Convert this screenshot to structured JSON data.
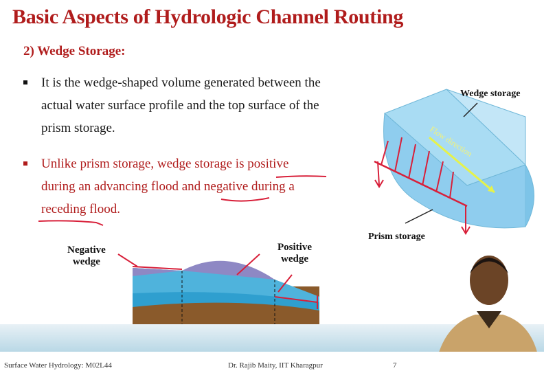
{
  "slide": {
    "title": "Basic Aspects of Hydrologic Channel Routing",
    "subtitle": "2) Wedge Storage:",
    "bullet1": "It is the wedge-shaped volume generated between the actual water surface profile and the top surface of the prism storage.",
    "bullet2": "Unlike prism storage, wedge storage is positive during an advancing flood and negative during a receding flood."
  },
  "figure_top": {
    "wedge_label": "Wedge storage",
    "flow_label": "Flow direction",
    "prism_label": "Prism storage"
  },
  "figure_bottom": {
    "negative_label_1": "Negative",
    "negative_label_2": "wedge",
    "positive_label_1": "Positive",
    "positive_label_2": "wedge"
  },
  "footer": {
    "course": "Surface Water Hydrology: M02L44",
    "instructor": "Dr. Rajib Maity, IIT Kharagpur",
    "page": "7"
  },
  "colors": {
    "title": "#b01c1c",
    "water": "#4fb3dc",
    "prism_fill": "#9fd4f0",
    "ink": "#d8203a",
    "soil": "#8a5a2b"
  }
}
